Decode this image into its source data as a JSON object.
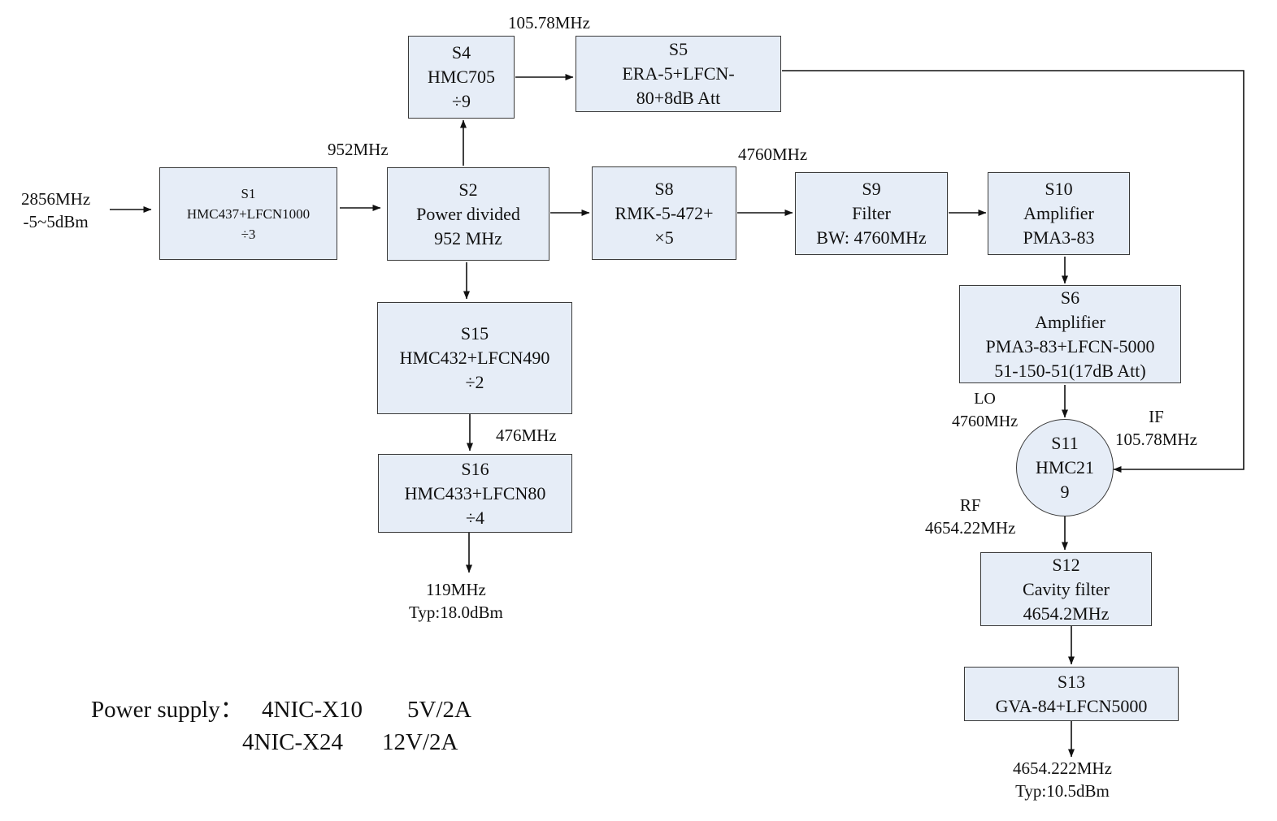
{
  "blocks": {
    "s1": {
      "id": "S1",
      "lines": [
        "HMC437+LFCN1000",
        "÷3"
      ]
    },
    "s2": {
      "id": "S2",
      "lines": [
        "Power divided",
        "952 MHz"
      ]
    },
    "s4": {
      "id": "S4",
      "lines": [
        "HMC705",
        "÷9"
      ]
    },
    "s5": {
      "id": "S5",
      "lines": [
        "ERA-5+LFCN-",
        "80+8dB Att"
      ]
    },
    "s8": {
      "id": "S8",
      "lines": [
        "RMK-5-472+",
        "×5"
      ]
    },
    "s9": {
      "id": "S9",
      "lines": [
        "Filter",
        "BW: 4760MHz"
      ]
    },
    "s10": {
      "id": "S10",
      "lines": [
        "Amplifier",
        "PMA3-83"
      ]
    },
    "s6": {
      "id": "S6",
      "lines": [
        "Amplifier",
        "PMA3-83+LFCN-5000",
        "51-150-51(17dB Att)"
      ]
    },
    "s11": {
      "id": "S11",
      "lines": [
        "HMC21",
        "9"
      ]
    },
    "s12": {
      "id": "S12",
      "lines": [
        "Cavity filter",
        "4654.2MHz"
      ]
    },
    "s13": {
      "id": "S13",
      "lines": [
        "GVA-84+LFCN5000"
      ]
    },
    "s15": {
      "id": "S15",
      "lines": [
        "HMC432+LFCN490",
        "÷2"
      ]
    },
    "s16": {
      "id": "S16",
      "lines": [
        "HMC433+LFCN80",
        "÷4"
      ]
    }
  },
  "labels": {
    "input": [
      "2856MHz",
      "-5~5dBm"
    ],
    "f_105_top": "105.78MHz",
    "f_952": "952MHz",
    "f_4760": "4760MHz",
    "f_476": "476MHz",
    "out_119": [
      "119MHz",
      "Typ:18.0dBm"
    ],
    "lo": [
      "LO",
      "4760MHz"
    ],
    "if": [
      "IF",
      "105.78MHz"
    ],
    "rf": [
      "RF",
      "4654.22MHz"
    ],
    "out_4654": [
      "4654.222MHz",
      "Typ:10.5dBm"
    ]
  },
  "power_supply": {
    "title": "Power supply：",
    "rows": [
      {
        "model": "4NIC-X10",
        "rating": "5V/2A"
      },
      {
        "model": "4NIC-X24",
        "rating": "12V/2A"
      }
    ]
  }
}
